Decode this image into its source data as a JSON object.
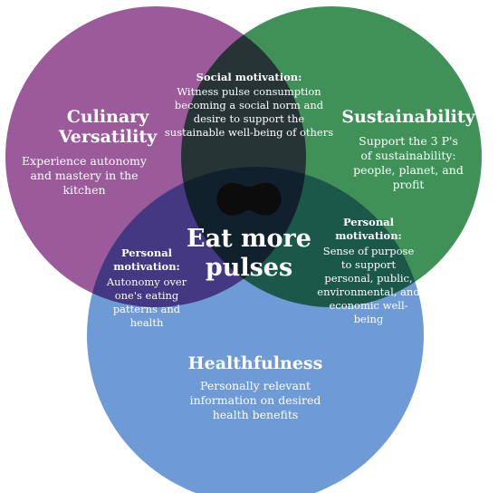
{
  "center": {
    "label": "Eat more\npulses",
    "icon": "bean-icon"
  },
  "circles": {
    "culinary": {
      "title": "Culinary\nVersatility",
      "text": "Experience autonomy\nand mastery in the\nkitchen",
      "color": "#9b5b9a"
    },
    "sustainability": {
      "title": "Sustainability",
      "text": "Support the 3 P's\nof sustainability:\npeople, planet, and\nprofit",
      "color": "#3f9158"
    },
    "healthfulness": {
      "title": "Healthfulness",
      "text": "Personally relevant\ninformation on desired\nhealth benefits",
      "color": "#6e9bd6"
    }
  },
  "overlaps": {
    "social": {
      "heading": "Social motivation:",
      "text": "Witness pulse consumption\nbecoming a social norm and\ndesire to support the\nsustainable well-being of others"
    },
    "personal_left": {
      "heading": "Personal\nmotivation:",
      "text": "Autonomy over\none's eating\npatterns and\nhealth"
    },
    "personal_right": {
      "heading": "Personal\nmotivation:",
      "text": "Sense of purpose\nto support\npersonal, public,\nenvironmental, and\neconomic well-\nbeing"
    }
  }
}
